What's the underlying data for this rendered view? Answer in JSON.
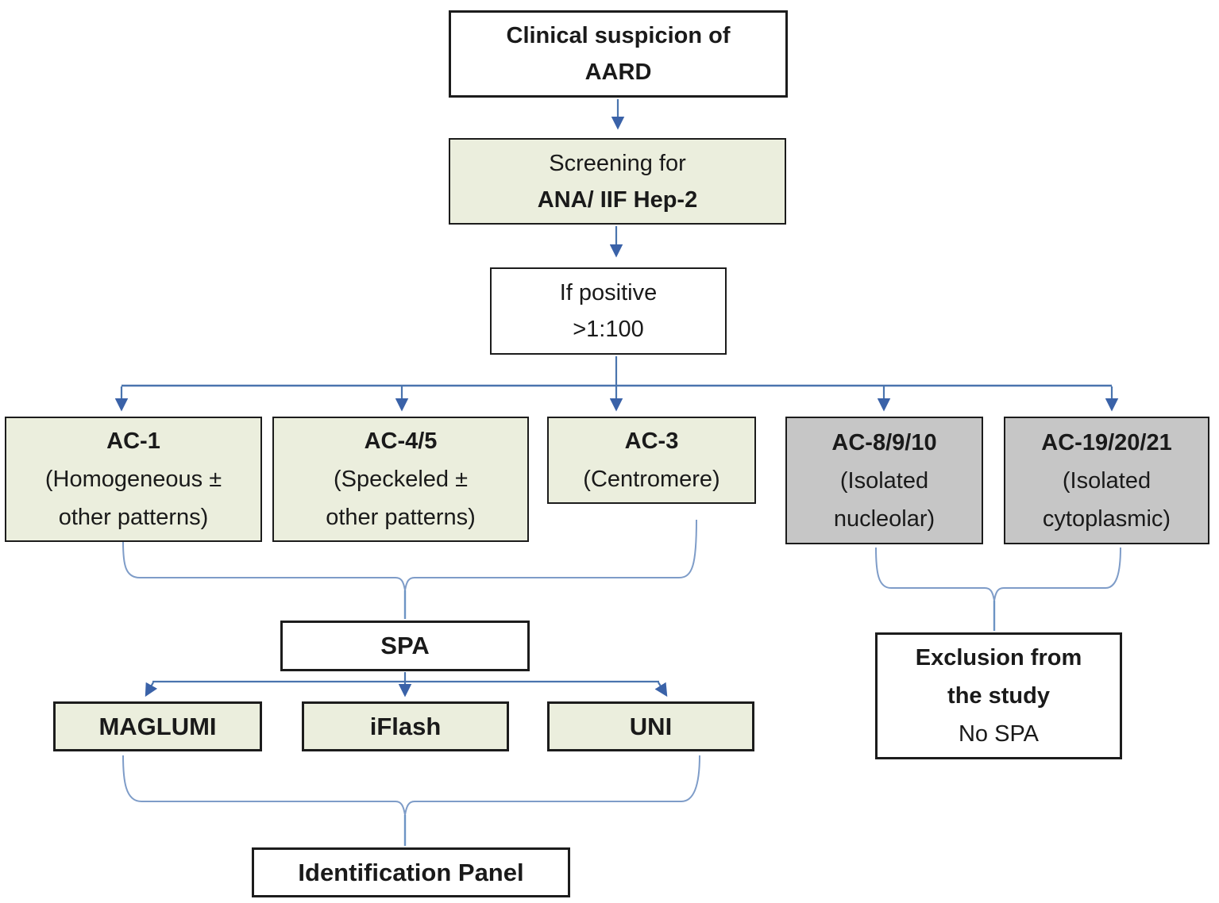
{
  "diagram": {
    "colors": {
      "node_green": "#ebeedd",
      "node_gray": "#c6c6c6",
      "node_white": "#ffffff",
      "border": "#1c1c1c",
      "connector": "#4a74ae",
      "arrowhead": "#3a62a8",
      "brace": "#7e9cc8",
      "brace_tail": "#6d94c4"
    },
    "nodes": {
      "clinical": {
        "line1": "Clinical suspicion of",
        "line2": "AARD"
      },
      "screening": {
        "line1": "Screening for",
        "line2": "ANA/ IIF Hep-2"
      },
      "if_positive": {
        "line1": "If positive",
        "line2": ">1:100"
      },
      "ac1": {
        "title": "AC-1",
        "line2": "(Homogeneous ±",
        "line3": "other patterns)"
      },
      "ac45": {
        "title": "AC-4/5",
        "line2": "(Speckeled ±",
        "line3": "other patterns)"
      },
      "ac3": {
        "title": "AC-3",
        "line2": "(Centromere)"
      },
      "ac8910": {
        "title": "AC-8/9/10",
        "line2": "(Isolated",
        "line3": "nucleolar)"
      },
      "ac192021": {
        "title": "AC-19/20/21",
        "line2": "(Isolated",
        "line3": "cytoplasmic)"
      },
      "spa": {
        "title": "SPA"
      },
      "maglumi": {
        "title": "MAGLUMI"
      },
      "iflash": {
        "title": "iFlash"
      },
      "uni": {
        "title": "UNI"
      },
      "identification": {
        "title": "Identification Panel"
      },
      "exclusion": {
        "line1": "Exclusion from",
        "line2": "the study",
        "line3": "No SPA"
      }
    }
  }
}
